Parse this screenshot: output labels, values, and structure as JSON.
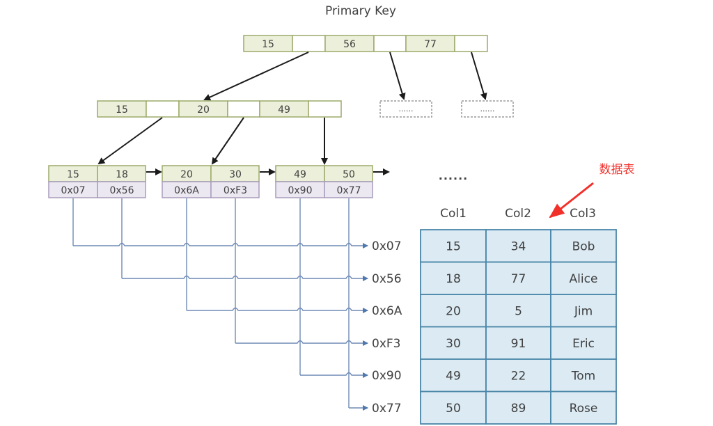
{
  "title": "Primary Key",
  "root_node": {
    "keys": [
      "15",
      "56",
      "77"
    ]
  },
  "internal_node": {
    "keys": [
      "15",
      "20",
      "49"
    ]
  },
  "placeholder_nodes": [
    "......",
    "......"
  ],
  "leaf_nodes": [
    {
      "keys": [
        "15",
        "18"
      ],
      "pointers": [
        "0x07",
        "0x56"
      ]
    },
    {
      "keys": [
        "20",
        "30"
      ],
      "pointers": [
        "0x6A",
        "0xF3"
      ]
    },
    {
      "keys": [
        "49",
        "50"
      ],
      "pointers": [
        "0x90",
        "0x77"
      ]
    }
  ],
  "leaf_continuation": "......",
  "address_labels": [
    "0x07",
    "0x56",
    "0x6A",
    "0xF3",
    "0x90",
    "0x77"
  ],
  "data_table": {
    "annotation": "数据表",
    "columns": [
      "Col1",
      "Col2",
      "Col3"
    ],
    "rows": [
      [
        "15",
        "34",
        "Bob"
      ],
      [
        "18",
        "77",
        "Alice"
      ],
      [
        "20",
        "5",
        "Jim"
      ],
      [
        "30",
        "91",
        "Eric"
      ],
      [
        "49",
        "22",
        "Tom"
      ],
      [
        "50",
        "89",
        "Rose"
      ]
    ]
  },
  "colors": {
    "key_cell_fill": "#ecf0da",
    "node_border": "#9caa6a",
    "pointer_cell_fill": "#ece8f2",
    "pointer_border": "#a89cbb",
    "link_line": "#6f8ab5",
    "table_fill": "#dbeaf3",
    "table_border": "#4a86a8",
    "annotation": "#f2302a"
  }
}
